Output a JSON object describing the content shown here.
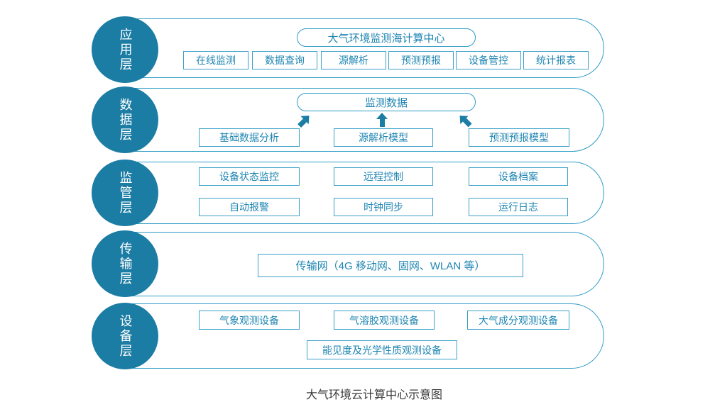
{
  "caption": "大气环境云计算中心示意图",
  "layers": [
    {
      "name": "应用层",
      "center_title": "大气环境监测海计算中心",
      "modules": [
        "在线监测",
        "数据查询",
        "源解析",
        "预测预报",
        "设备管控",
        "统计报表"
      ]
    },
    {
      "name": "数据层",
      "center_title": "监测数据",
      "modules": [
        "基础数据分析",
        "源解析模型",
        "预测预报模型"
      ],
      "arrows": [
        "up-right",
        "up",
        "up-left"
      ]
    },
    {
      "name": "监管层",
      "modules": [
        "设备状态监控",
        "远程控制",
        "设备档案",
        "自动报警",
        "时钟同步",
        "运行日志"
      ]
    },
    {
      "name": "传输层",
      "modules": [
        "传输网（4G 移动网、固网、WLAN 等）"
      ]
    },
    {
      "name": "设备层",
      "modules": [
        "气象观测设备",
        "气溶胶观测设备",
        "大气成分观测设备",
        "能见度及光学性质观测设备"
      ]
    }
  ],
  "colors": {
    "circle_fill": "#1b7ca4",
    "outline": "#2f9cc6",
    "box_border": "#3ba0c9",
    "box_text": "#1e85b2",
    "caption_text": "#3a3a3a",
    "arrow_fill": "#1b7ca4"
  }
}
